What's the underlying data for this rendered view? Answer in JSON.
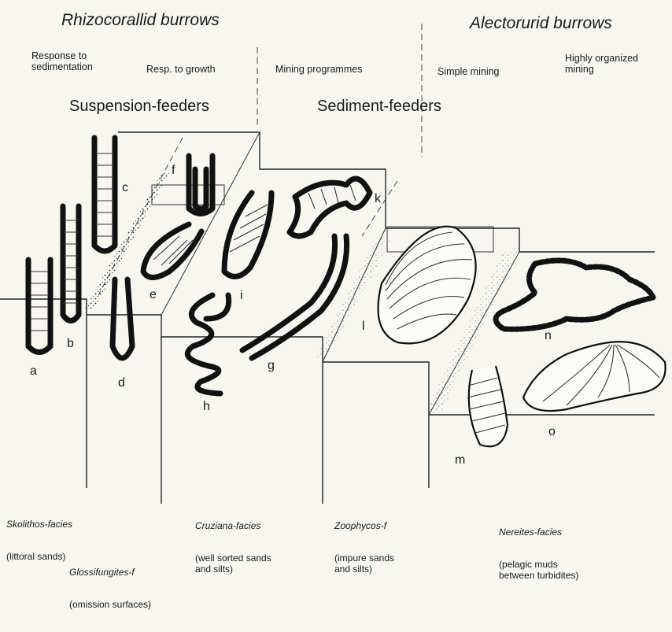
{
  "headers": {
    "rhizocorallid": "Rhizocorallid burrows",
    "alectorurid": "Alectorurid burrows"
  },
  "subheaders": {
    "response_sedimentation": "Response to\nsedimentation",
    "resp_growth": "Resp. to growth",
    "mining_programmes": "Mining programmes",
    "simple_mining": "Simple mining",
    "highly_organized": "Highly organized\nmining"
  },
  "feeders": {
    "suspension": "Suspension-feeders",
    "sediment": "Sediment-feeders"
  },
  "letters": [
    "a",
    "b",
    "c",
    "d",
    "e",
    "f",
    "g",
    "h",
    "i",
    "k",
    "l",
    "m",
    "n",
    "o"
  ],
  "facies": {
    "skolithos": {
      "name": "Skolithos-facies",
      "desc": "(littoral sands)"
    },
    "glossifungites": {
      "name": "Glossifungites-f",
      "desc": "(omission surfaces)"
    },
    "cruziana": {
      "name": "Cruziana-facies",
      "desc": "(well sorted sands\nand silts)"
    },
    "zoophycos": {
      "name": "Zoophycos-f",
      "desc": "(impure sands\nand silts)"
    },
    "nereites": {
      "name": "Nereites-facies",
      "desc": "(pelagic muds\nbetween turbidites)"
    }
  }
}
